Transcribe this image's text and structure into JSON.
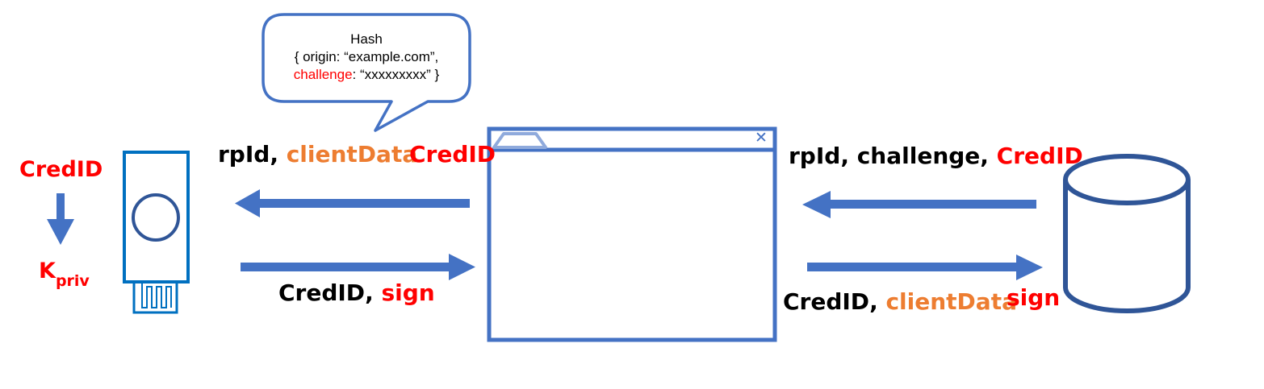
{
  "colors": {
    "blue": "#4472c4",
    "darkBlue": "#2f5597",
    "authBlue": "#0070c0",
    "red": "#ff0000",
    "orange": "#ed7d31"
  },
  "bubble": {
    "line1": "Hash",
    "line2": "{ origin: “example.com”,",
    "line3_key": "challenge",
    "line3_rest": ": “xxxxxxxxx” }"
  },
  "authenticator": {
    "credid": "CredID",
    "kpriv_main": "K",
    "kpriv_sub": "priv"
  },
  "left_top": {
    "rpid": "rpId",
    "sep": ", ",
    "clientdata": "clientData",
    "credid": "CredID"
  },
  "left_bottom": {
    "credid": "CredID",
    "sep": ", ",
    "sign": "sign"
  },
  "right_top": {
    "rpid": "rpId",
    "sep1": ", ",
    "challenge": "challenge",
    "sep2": ", ",
    "credid": "CredID"
  },
  "right_bottom": {
    "credid": "CredID",
    "sep": ", ",
    "clientdata": "clientData",
    "sign": "sign"
  },
  "browser": {
    "close_glyph": "✕"
  }
}
